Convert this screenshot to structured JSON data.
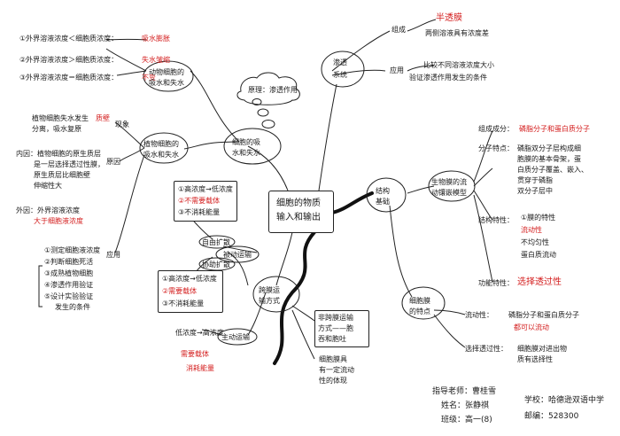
{
  "centre": {
    "line1": "细胞的物质",
    "line2": "输入和输出"
  },
  "top_left": {
    "cond1": "①外界溶液浓度＜细胞质浓度：",
    "res1": "吸水膨胀",
    "cond2": "②外界溶液浓度＞细胞质浓度：",
    "res2": "失水皱缩",
    "cond3": "③外界溶液浓度＝细胞质浓度：",
    "res3": "不变",
    "node_l1": "动物细胞的",
    "node_l2": "吸水和失水",
    "principle": "原理：渗透作用",
    "mid_l1": "细胞的吸",
    "mid_l2": "水和失水"
  },
  "plant": {
    "node_l1": "植物细胞的",
    "node_l2": "吸水和失水",
    "label_reality": "现象",
    "reality_l1": "植物细胞失水发生",
    "reality_red": "质壁",
    "reality_l2": "分离，吸水复原",
    "label_reason": "原因",
    "inner_l1": "内因：植物细胞的原生质层",
    "inner_l2": "是一层选择透过性膜，",
    "inner_l3": "原生质层比细胞壁",
    "inner_l4": "伸缩性大",
    "outer_l1": "外因：外界溶液浓度",
    "outer_l2": "大于细胞液浓度",
    "label_apply": "应用",
    "apps": [
      "①测定细胞液浓度",
      "②判断细胞死活",
      "③成熟植物细胞",
      "④渗透作用验证",
      "⑤设计实验验证",
      "发生的条件"
    ]
  },
  "osmosis": {
    "node_l1": "渗透",
    "node_l2": "系统",
    "label_comp": "组成",
    "comp_red": "半透膜",
    "comp_l2": "两侧溶液具有浓度差",
    "label_apply": "应用",
    "apply_l1": "比较不同溶液浓度大小",
    "apply_l2": "验证渗透作用发生的条件"
  },
  "structure": {
    "node_l1": "结构",
    "node_l2": "基础",
    "model_l1": "生物膜的流",
    "model_l2": "动镶嵌模型",
    "comp_label": "组成成分：",
    "comp_val": "磷脂分子和蛋白质分子",
    "feat_label": "分子特点：",
    "feat_lines": [
      "磷脂双分子层构成细",
      "胞膜的基本骨架，蛋",
      "白质分子覆盖、嵌入、",
      "贯穿于磷脂",
      "双分子层中"
    ],
    "struct_label": "结构特性：",
    "struct_lines": [
      "①膜的特性",
      "流动性",
      "不均匀性",
      "蛋白质流动"
    ],
    "func_label": "功能特性：",
    "func_val": "选择透过性",
    "lower_l1": "细胞膜",
    "lower_l2": "的特点",
    "flow_label": "流动性：",
    "flow_l1": "磷脂分子和蛋白质分子",
    "flow_red": "都可以流动",
    "sel_label": "选择透过性：",
    "sel_l1": "细胞膜对进出物",
    "sel_l2": "质有选择性"
  },
  "transport": {
    "left_l1": "①高浓度→低浓度",
    "left_l2": "②不需要载体",
    "left_l3": "③不消耗能量",
    "free_label": "自由扩散",
    "assist_label": "协助扩散",
    "passive_label": "被动运输",
    "mid_l1": "①高浓度→低浓度",
    "mid_red": "②需要载体",
    "mid_l3": "③不消耗能量",
    "cross_l1": "跨膜运",
    "cross_l2": "输方式",
    "active_l1": "低浓度→高浓度",
    "active_red1": "需要载体",
    "active_red2": "消耗能量",
    "active_label": "主动运输",
    "nonmem_l1": "非跨膜运输",
    "nonmem_l2": "方式——胞",
    "nonmem_l3": "吞和胞吐",
    "mem_l1": "细胞膜具",
    "mem_l2": "有一定流动",
    "mem_l3": "性的体现"
  },
  "footer": {
    "teacher": "指导老师：曹桂雪",
    "name": "姓名：张静祺",
    "class": "班级：高一(8)",
    "school": "学校：哈德逊双语中学",
    "zip": "邮编：528300"
  }
}
